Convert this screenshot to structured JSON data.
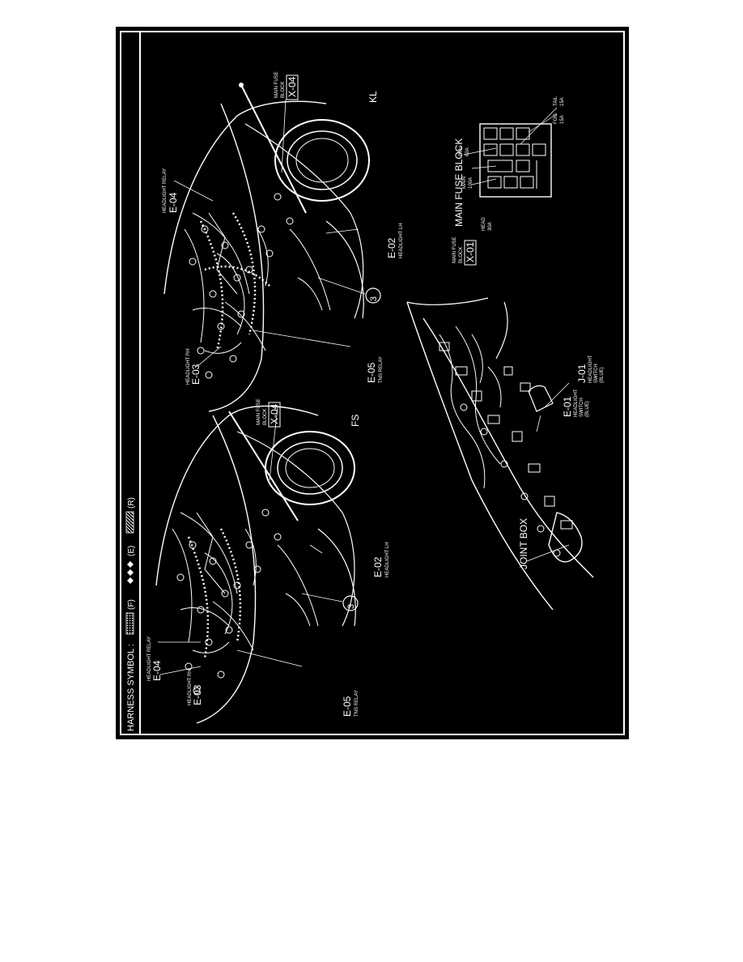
{
  "header": {
    "harness_symbol": "HARNESS SYMBOL :",
    "legend_f": "(F)",
    "legend_e": "(E)",
    "legend_r": "(R)"
  },
  "fs_view": {
    "variant": "FS",
    "headlight_relay_caption": "HEADLIGHT RELAY",
    "headlight_relay_code": "E-04",
    "headlight_rh_caption": "HEADLIGHT RH",
    "headlight_rh_code": "E-03",
    "tns_relay_code": "E-05",
    "tns_relay_caption": "TNS RELAY",
    "headlight_lh_code": "E-02",
    "headlight_lh_caption": "HEADLIGHT LH",
    "main_fuse_caption_1": "MAIN FUSE",
    "main_fuse_caption_2": "BLOCK",
    "main_fuse_code": "X-04",
    "circle_ref": "3"
  },
  "kl_view": {
    "variant": "KL",
    "headlight_relay_caption": "HEADLIGHT RELAY",
    "headlight_relay_code": "E-04",
    "headlight_rh_caption": "HEADLIGHT RH",
    "headlight_rh_code": "E-03",
    "tns_relay_code": "E-05",
    "tns_relay_caption": "TNS RELAY",
    "headlight_lh_code": "E-02",
    "headlight_lh_caption": "HEADLIGHT LH",
    "main_fuse_caption_1": "MAIN FUSE",
    "main_fuse_caption_2": "BLOCK",
    "main_fuse_code": "X-04",
    "circle_ref": "3"
  },
  "main_fuse_block": {
    "title": "MAIN FUSE BLOCK",
    "caption_1": "MAIN FUSE",
    "caption_2": "BLOCK",
    "code": "X-01",
    "head": "HEAD",
    "head_amp": "30A",
    "main": "MAIN",
    "main_amp": "100A",
    "btn": "BTN",
    "btn_amp": "60A",
    "tail": "TAIL",
    "tail_amp": "15A",
    "fog": "FOG",
    "fog_amp": "15A"
  },
  "dash_view": {
    "joint_box": "JOINT BOX",
    "switch_code": "E-01",
    "switch_caption_1": "HEADLIGHT",
    "switch_caption_2": "SWITCH",
    "switch_caption_3": "(BLUE)",
    "switch_code_2": "J-01",
    "switch2_caption_1": "HEADLIGHT",
    "switch2_caption_2": "SWITCH",
    "switch2_caption_3": "(BLUE)"
  },
  "colors": {
    "panel": "#000000",
    "ink": "#ffffff",
    "page": "#ffffff"
  }
}
